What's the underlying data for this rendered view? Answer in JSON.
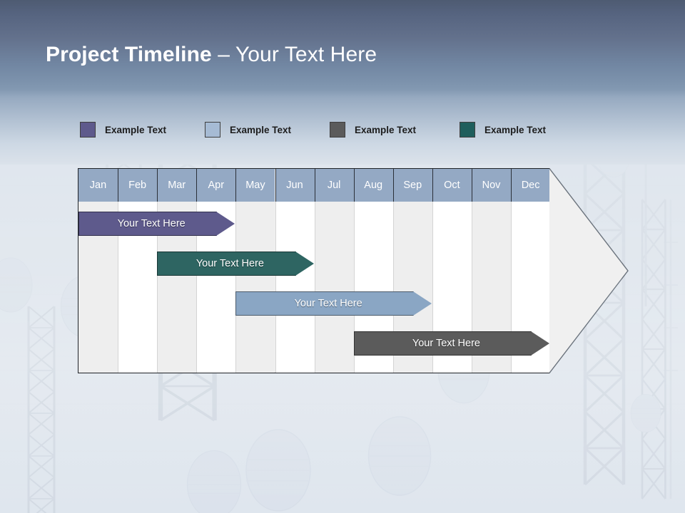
{
  "slide": {
    "title_bold": "Project Timeline",
    "title_separator": " – ",
    "title_light": "Your Text Here"
  },
  "legend": {
    "items": [
      {
        "label": "Example Text",
        "color": "#5E5A8C",
        "name": "legend-swatch-purple"
      },
      {
        "label": "Example Text",
        "color": "#A6BBD4",
        "name": "legend-swatch-light-blue"
      },
      {
        "label": "Example Text",
        "color": "#5B5B5B",
        "name": "legend-swatch-gray"
      },
      {
        "label": "Example Text",
        "color": "#1E5E5C",
        "name": "legend-swatch-teal"
      }
    ]
  },
  "chart_data": {
    "type": "bar",
    "title": "Project Timeline – Your Text Here",
    "xlabel": "",
    "ylabel": "",
    "categories": [
      "Jan",
      "Feb",
      "Mar",
      "Apr",
      "May",
      "Jun",
      "Jul",
      "Aug",
      "Sep",
      "Oct",
      "Nov",
      "Dec"
    ],
    "series": [
      {
        "name": "Your  Text Here",
        "color": "#5E5A8C",
        "start_month": "Jan",
        "end_month": "Apr",
        "row": 1
      },
      {
        "name": "Your  Text Here",
        "color": "#2E6562",
        "start_month": "Mar",
        "end_month": "Jun",
        "row": 2
      },
      {
        "name": "Your  Text Here",
        "color": "#8AA6C4",
        "start_month": "May",
        "end_month": "Sep",
        "row": 3
      },
      {
        "name": "Your  Text Here",
        "color": "#5B5B5B",
        "start_month": "Aug",
        "end_month": "Dec",
        "row": 4
      }
    ]
  },
  "timeline": {
    "months": [
      "Jan",
      "Feb",
      "Mar",
      "Apr",
      "May",
      "Jun",
      "Jul",
      "Aug",
      "Sep",
      "Oct",
      "Nov",
      "Dec"
    ],
    "bars": [
      {
        "label": "Your  Text Here",
        "color": "#5E5A8C"
      },
      {
        "label": "Your  Text Here",
        "color": "#2E6562"
      },
      {
        "label": "Your  Text Here",
        "color": "#8AA6C4"
      },
      {
        "label": "Your  Text Here",
        "color": "#5B5B5B"
      }
    ]
  }
}
